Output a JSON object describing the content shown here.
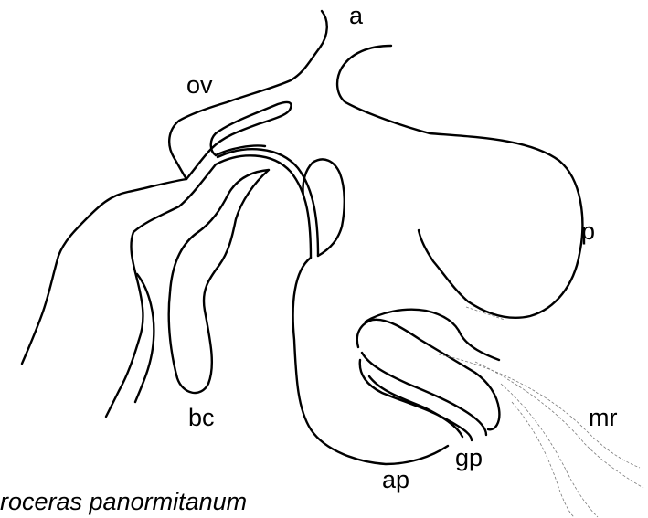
{
  "labels": {
    "a": "a",
    "ov": "ov",
    "p": "p",
    "bc": "bc",
    "mr": "mr",
    "gp": "gp",
    "ap": "ap"
  },
  "species_name": "roceras panormitanum"
}
